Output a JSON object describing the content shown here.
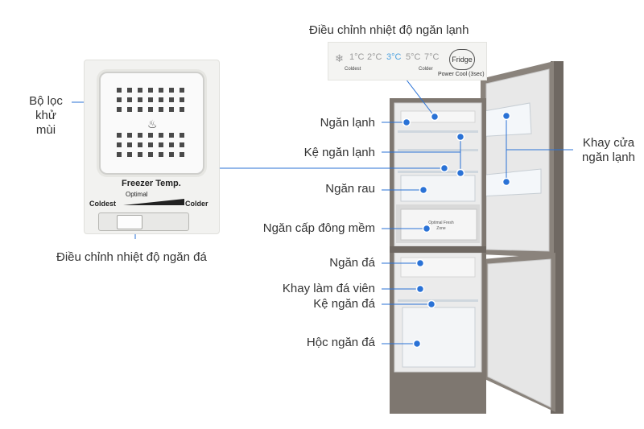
{
  "labels": {
    "fridge_control": "Điều chỉnh nhiệt độ ngăn lạnh",
    "deodorizer": [
      "Bộ lọc",
      "khử",
      "mùi"
    ],
    "freezer_control": "Điều chỉnh nhiệt độ ngăn đá",
    "fridge_compartment": "Ngăn lạnh",
    "fridge_shelf": "Kệ ngăn lạnh",
    "vegetable_drawer": "Ngăn rau",
    "soft_freeze": "Ngăn cấp đông mềm",
    "freezer_compartment": "Ngăn đá",
    "ice_tray": "Khay làm đá viên",
    "freezer_shelf": "Kệ ngăn đá",
    "freezer_drawer": "Hộc ngăn đá",
    "door_bin": [
      "Khay cửa",
      "ngăn lạnh"
    ]
  },
  "fridge_panel": {
    "temps": [
      "1°C",
      "2°C",
      "3°C",
      "5°C",
      "7°C"
    ],
    "coldest": "Coldest",
    "colder": "Colder",
    "button": "Fridge",
    "power_cool": "Power Cool (3sec)"
  },
  "freezer_panel": {
    "title": "Freezer Temp.",
    "optimal": "Optimal",
    "coldest": "Coldest",
    "colder": "Colder"
  },
  "appliance": {
    "drawer_text": [
      "Optimal Fresh",
      "Zone"
    ]
  },
  "colors": {
    "callout_dot": "#2a72d6",
    "leader_line": "#2a72d6",
    "cabinet": "#7e7770",
    "interior": "#e9e9e9"
  }
}
